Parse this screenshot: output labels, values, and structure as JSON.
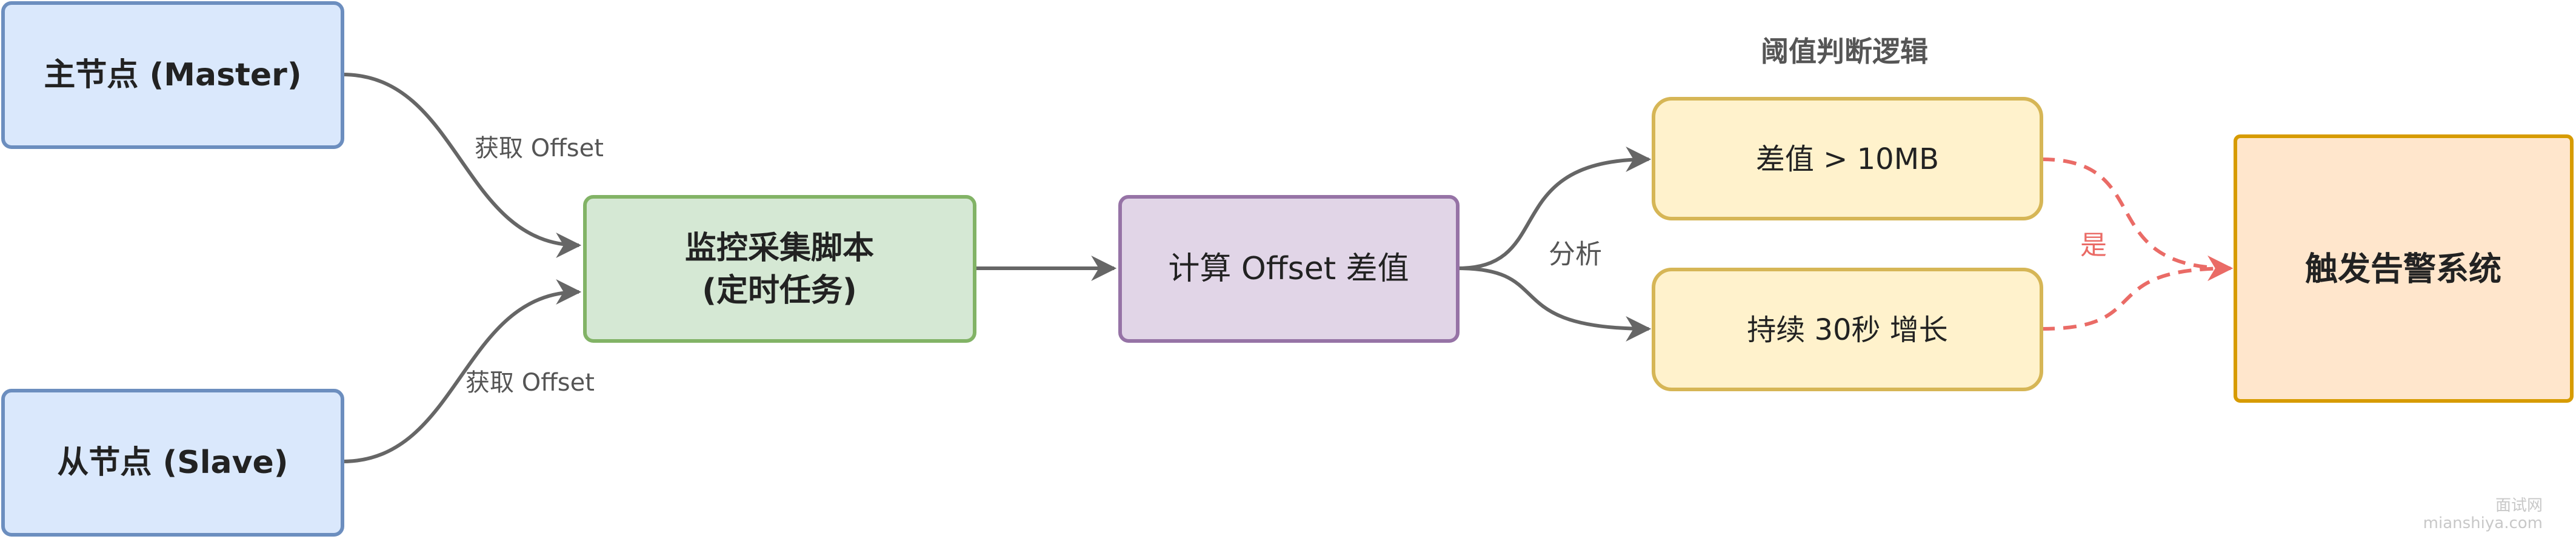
{
  "nodes": {
    "master": {
      "label": "主节点 (Master)",
      "fill": "#dae8fc",
      "stroke": "#6c8ebf"
    },
    "slave": {
      "label": "从节点 (Slave)",
      "fill": "#dae8fc",
      "stroke": "#6c8ebf"
    },
    "monitor": {
      "label_line1": "监控采集脚本",
      "label_line2": "(定时任务)",
      "fill": "#d5e8d4",
      "stroke": "#82b366"
    },
    "compute": {
      "label": "计算 Offset 差值",
      "fill": "#e1d5e7",
      "stroke": "#9673a6"
    },
    "diff": {
      "label": "差值 > 10MB",
      "fill": "#fff2cc",
      "stroke": "#d6b656"
    },
    "growth": {
      "label": "持续 30秒 增长",
      "fill": "#fff2cc",
      "stroke": "#d6b656"
    },
    "alert": {
      "label": "触发告警系统",
      "fill": "#ffe6cc",
      "stroke": "#d79b00"
    }
  },
  "group": {
    "title": "阈值判断逻辑"
  },
  "edges": {
    "master_to_monitor": "获取 Offset",
    "slave_to_monitor": "获取 Offset",
    "compute_to_checks": "分析",
    "checks_to_alert": "是"
  },
  "colors": {
    "edge": "#666666",
    "alert_edge": "#ea6b66"
  },
  "watermark": {
    "line1": "面试网",
    "line2": "mianshiya.com"
  }
}
